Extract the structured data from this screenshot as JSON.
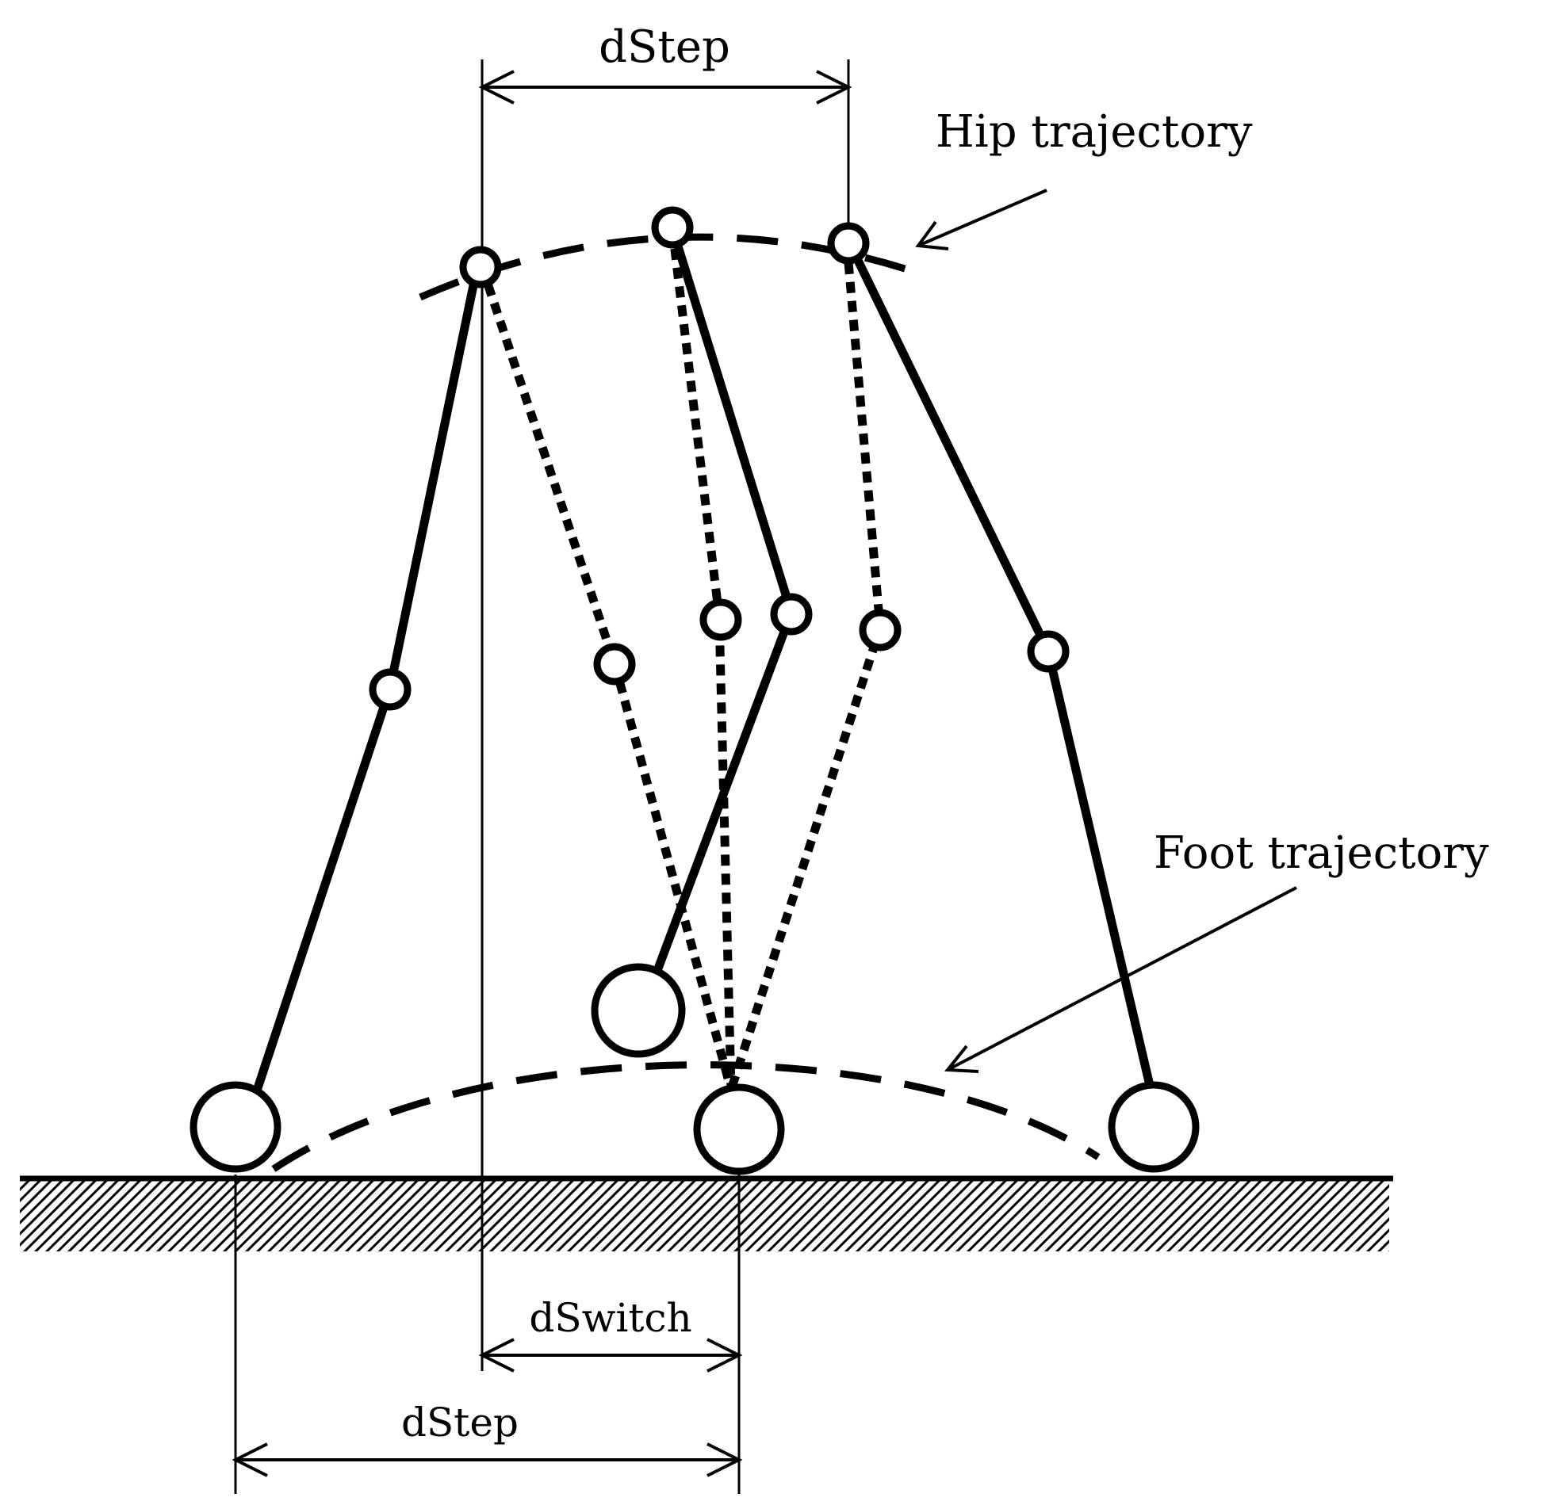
{
  "labels": {
    "dstep_top": "dStep",
    "hip_trajectory": "Hip trajectory",
    "foot_trajectory": "Foot trajectory",
    "dswitch": "dSwitch",
    "dstep_bottom": "dStep"
  },
  "colors": {
    "ink": "#000000",
    "background": "#ffffff"
  }
}
